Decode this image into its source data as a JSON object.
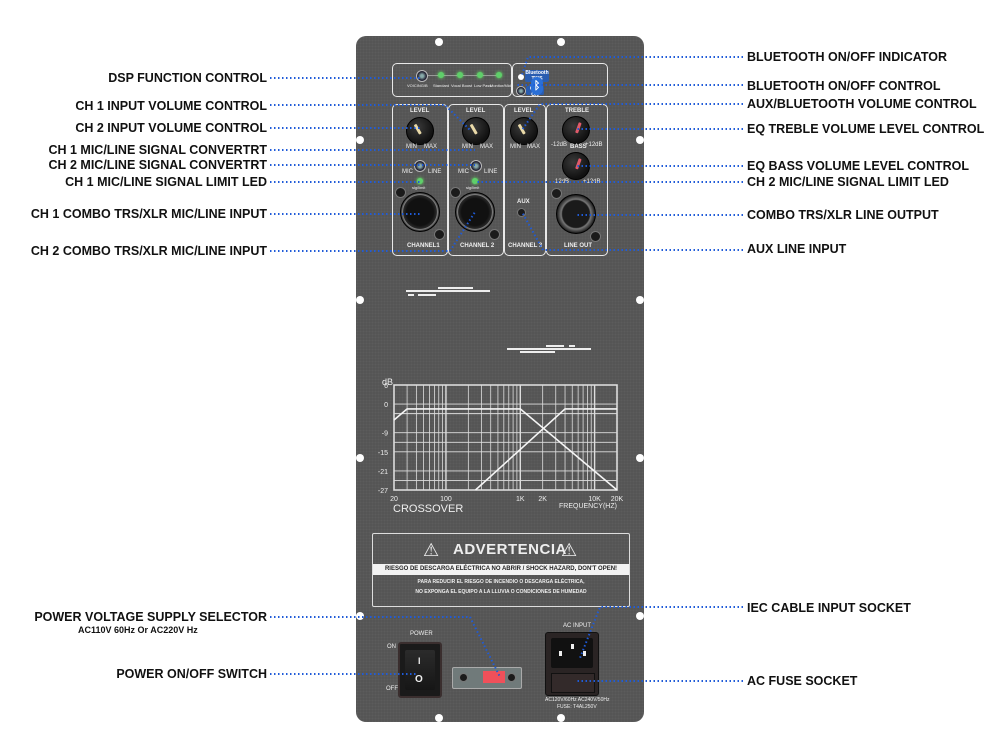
{
  "left_labels": [
    {
      "id": "dsp",
      "text": "DSP FUNCTION CONTROL"
    },
    {
      "id": "ch1vol",
      "text": "CH 1 INPUT VOLUME CONTROL"
    },
    {
      "id": "ch2vol",
      "text": "CH 2 INPUT VOLUME CONTROL"
    },
    {
      "id": "ch1conv",
      "text": "CH 1 MIC/LINE SIGNAL CONVERTRT"
    },
    {
      "id": "ch2conv",
      "text": "CH 2 MIC/LINE SIGNAL CONVERTRT"
    },
    {
      "id": "ch1led",
      "text": "CH 1 MIC/LINE SIGNAL LIMIT LED"
    },
    {
      "id": "ch1combo",
      "text": "CH 1 COMBO TRS/XLR MIC/LINE INPUT"
    },
    {
      "id": "ch2combo",
      "text": "CH 2 COMBO TRS/XLR MIC/LINE INPUT"
    },
    {
      "id": "voltsel",
      "text": "POWER VOLTAGE SUPPLY SELECTOR",
      "sub": "AC110V 60Hz Or AC220V Hz"
    },
    {
      "id": "power",
      "text": "POWER ON/OFF SWITCH"
    }
  ],
  "right_labels": [
    {
      "id": "btind",
      "text": "BLUETOOTH ON/OFF INDICATOR"
    },
    {
      "id": "btctl",
      "text": "BLUETOOTH ON/OFF CONTROL"
    },
    {
      "id": "auxvol",
      "text": "AUX/BLUETOOTH VOLUME CONTROL"
    },
    {
      "id": "treble",
      "text": "EQ TREBLE VOLUME LEVEL CONTROL"
    },
    {
      "id": "bass",
      "text": "EQ BASS VOLUME LEVEL CONTROL"
    },
    {
      "id": "ch2led",
      "text": "CH 2 MIC/LINE SIGNAL LIMIT LED"
    },
    {
      "id": "lineout",
      "text": "COMBO TRS/XLR LINE OUTPUT"
    },
    {
      "id": "auxin",
      "text": "AUX LINE INPUT"
    },
    {
      "id": "iec",
      "text": "IEC CABLE INPUT SOCKET"
    },
    {
      "id": "fuse",
      "text": "AC FUSE SOCKET"
    }
  ],
  "panel": {
    "dsp": {
      "button_label": "VOICING/B",
      "modes": [
        "Standard",
        "Vocal Boost",
        "Low Pass",
        "Monitor/Mid"
      ]
    },
    "bluetooth": {
      "badge_title": "Bluetooth",
      "badge_sub": "TWS",
      "switch_label": "OFF ON"
    },
    "channels": [
      {
        "name": "CHANNEL1",
        "level": "LEVEL",
        "min": "MIN",
        "max": "MAX",
        "mic": "MIC",
        "line": "LINE",
        "led": "sig/limit"
      },
      {
        "name": "CHANNEL 2",
        "level": "LEVEL",
        "min": "MIN",
        "max": "MAX",
        "mic": "MIC",
        "line": "LINE",
        "led": "sig/limit"
      },
      {
        "name": "CHANNEL 3",
        "level": "LEVEL",
        "min": "MIN",
        "max": "MAX",
        "aux": "AUX"
      }
    ],
    "eq": {
      "treble": "TREBLE",
      "bass": "BASS",
      "minus": "-12dB",
      "plus": "+12dB",
      "lineout": "LINE OUT"
    },
    "warning": {
      "title": "ADVERTENCIA",
      "band": "RIESGO DE DESCARGA ELÉCTRICA NO ABRIR / SHOCK HAZARD, DON'T OPEN!",
      "line1": "PARA REDUCIR EL RIESGO DE INCENDIO O DESCARGA ELÉCTRICA,",
      "line2": "NO EXPONGA EL EQUIPO A LA LLUVIA O CONDICIONES DE HUMEDAD"
    },
    "power": {
      "label": "POWER",
      "on": "ON",
      "off": "OFF",
      "on_glyph": "I",
      "off_glyph": "O"
    },
    "ac": {
      "label": "AC  INPUT",
      "spec1": "AC120V/60Hz    AC240V/50Hz",
      "spec2": "FUSE: T4AL250V"
    }
  },
  "chart_data": {
    "type": "line",
    "title": "CROSSOVER",
    "xlabel": "FREQUENCY(HZ)",
    "ylabel": "dB",
    "xscale": "log",
    "xlim": [
      20,
      20000
    ],
    "ylim": [
      -27,
      6
    ],
    "x_ticks": [
      "20",
      "100",
      "1K",
      "2K",
      "10K",
      "20K"
    ],
    "x_tick_values": [
      20,
      100,
      1000,
      2000,
      10000,
      20000
    ],
    "y_ticks": [
      "6",
      "0",
      "-9",
      "-15",
      "-21",
      "-27"
    ],
    "y_tick_values": [
      6,
      0,
      -9,
      -15,
      -21,
      -27
    ],
    "grid": true,
    "series": [
      {
        "name": "low-pass",
        "x": [
          20,
          30,
          1000,
          20000
        ],
        "y": [
          -5,
          -1.5,
          -1.5,
          -27
        ]
      },
      {
        "name": "high-pass",
        "x": [
          250,
          4000,
          20000
        ],
        "y": [
          -27,
          -1.5,
          -1.5
        ]
      }
    ],
    "extra_y_gridlines": [
      -3,
      -12,
      -24
    ]
  },
  "colors": {
    "panel": "#555555",
    "leader": "#1f5bd8",
    "text": "#111111",
    "led": "#5fcf6a",
    "bt": "#2a5db0"
  }
}
